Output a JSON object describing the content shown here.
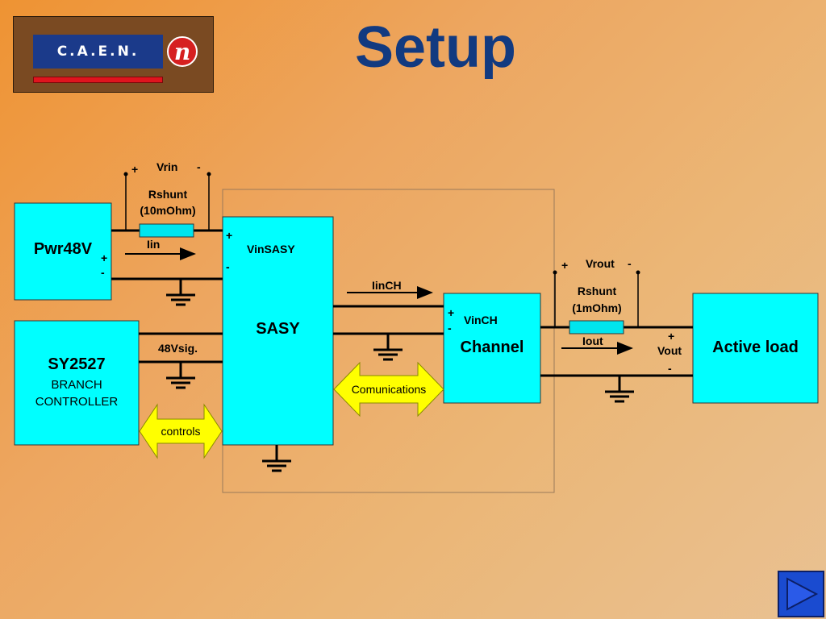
{
  "title": "Setup",
  "logo": {
    "text": "C.A.E.N.",
    "badge": "n"
  },
  "boxes": {
    "pwr48v": "Pwr48V",
    "sy2527": "SY2527",
    "sy2527_sub1": "BRANCH",
    "sy2527_sub2": "CONTROLLER",
    "sasy": "SASY",
    "channel": "Channel",
    "active_load": "Active load"
  },
  "labels": {
    "vrin": "Vrin",
    "rshunt_in_1": "Rshunt",
    "rshunt_in_2": "(10mOhm)",
    "iin": "Iin",
    "vinsasy": "VinSASY",
    "iinch": "IinCH",
    "sig48v": "48Vsig.",
    "vinch": "VinCH",
    "vrout": "Vrout",
    "rshunt_out_1": "Rshunt",
    "rshunt_out_2": "(1mOhm)",
    "iout": "Iout",
    "vout": "Vout",
    "plus": "+",
    "minus": "-"
  },
  "arrows": {
    "comunications": "Comunications",
    "controls": "controls"
  },
  "colors": {
    "box_fill": "#00ffff",
    "arrow_fill": "#ffff00",
    "title_color": "#123a80",
    "shunt_fill": "#00e5ee"
  },
  "nav": {
    "icon": "play-next-icon"
  }
}
